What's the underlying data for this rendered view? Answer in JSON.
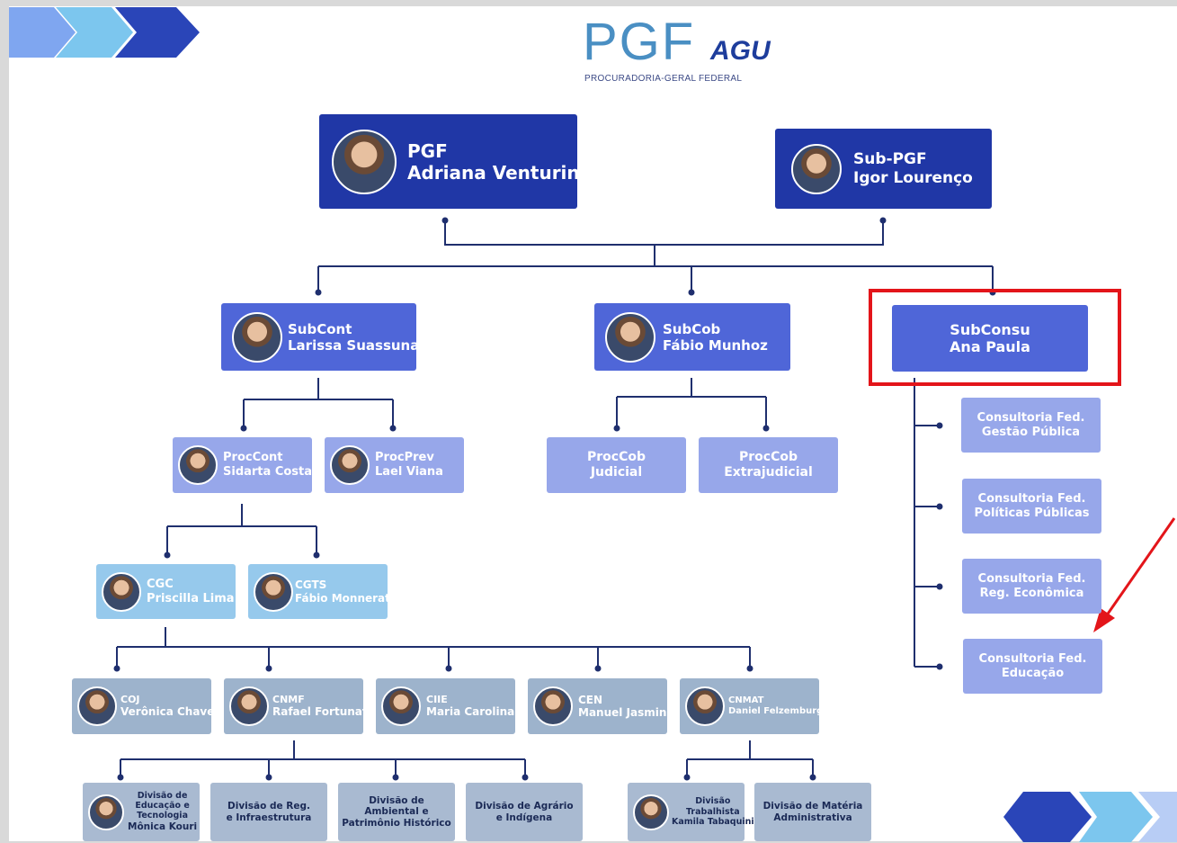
{
  "logo": {
    "main": "PGF",
    "brand": "AGU",
    "subtitle": "PROCURADORIA-GERAL FEDERAL"
  },
  "level1": {
    "pgf": {
      "title": "PGF",
      "name": "Adriana Venturini"
    },
    "subpgf": {
      "title": "Sub-PGF",
      "name": "Igor Lourenço"
    }
  },
  "level2": {
    "subcont": {
      "title": "SubCont",
      "name": "Larissa Suassuna"
    },
    "subcob": {
      "title": "SubCob",
      "name": "Fábio Munhoz"
    },
    "subconsu": {
      "title": "SubConsu",
      "name": "Ana Paula"
    }
  },
  "level3": {
    "proccont": {
      "title": "ProcCont",
      "name": "Sidarta Costa"
    },
    "procprev": {
      "title": "ProcPrev",
      "name": "Lael Viana"
    },
    "proccob_judicial": {
      "line1": "ProcCob",
      "line2": "Judicial"
    },
    "proccob_extrajudicial": {
      "line1": "ProcCob",
      "line2": "Extrajudicial"
    }
  },
  "consultorias": [
    {
      "line1": "Consultoria Fed.",
      "line2": "Gestão Pública"
    },
    {
      "line1": "Consultoria Fed.",
      "line2": "Políticas Públicas"
    },
    {
      "line1": "Consultoria Fed.",
      "line2": "Reg. Econômica"
    },
    {
      "line1": "Consultoria Fed.",
      "line2": "Educação"
    }
  ],
  "level4": {
    "cgc": {
      "title": "CGC",
      "name": "Priscilla Lima"
    },
    "cgts": {
      "title": "CGTS",
      "name": "Fábio Monnerat"
    }
  },
  "level5": [
    {
      "title": "COJ",
      "name": "Verônica Chaves"
    },
    {
      "title": "CNMF",
      "name": "Rafael Fortunato"
    },
    {
      "title": "CIIE",
      "name": "Maria Carolina"
    },
    {
      "title": "CEN",
      "name": "Manuel Jasmin"
    },
    {
      "title": "CNMAT",
      "name": "Daniel Felzemburg"
    }
  ],
  "level6": {
    "educacao": {
      "lines": [
        "Divisão de",
        "Educação e",
        "Tecnologia"
      ],
      "name": "Mônica Kouri"
    },
    "reg_infra": {
      "lines": [
        "Divisão de Reg.",
        "e Infraestrutura"
      ]
    },
    "ambiental": {
      "lines": [
        "Divisão de",
        "Ambiental e",
        "Patrimônio Histórico"
      ]
    },
    "agrario": {
      "lines": [
        "Divisão de Agrário",
        "e Indígena"
      ]
    },
    "trabalhista": {
      "lines": [
        "Divisão",
        "Trabalhista"
      ],
      "name": "Kamila Tabaquini"
    },
    "materia_adm": {
      "lines": [
        "Divisão de Matéria",
        "Administrativa"
      ]
    }
  },
  "colors": {
    "level1": "#2037a6",
    "level2": "#4f66d8",
    "level3": "#97a7ea",
    "level4": "#96c9ec",
    "level5": "#9db3cc",
    "connector": "#1f2f6e",
    "highlight": "#e3151a"
  }
}
